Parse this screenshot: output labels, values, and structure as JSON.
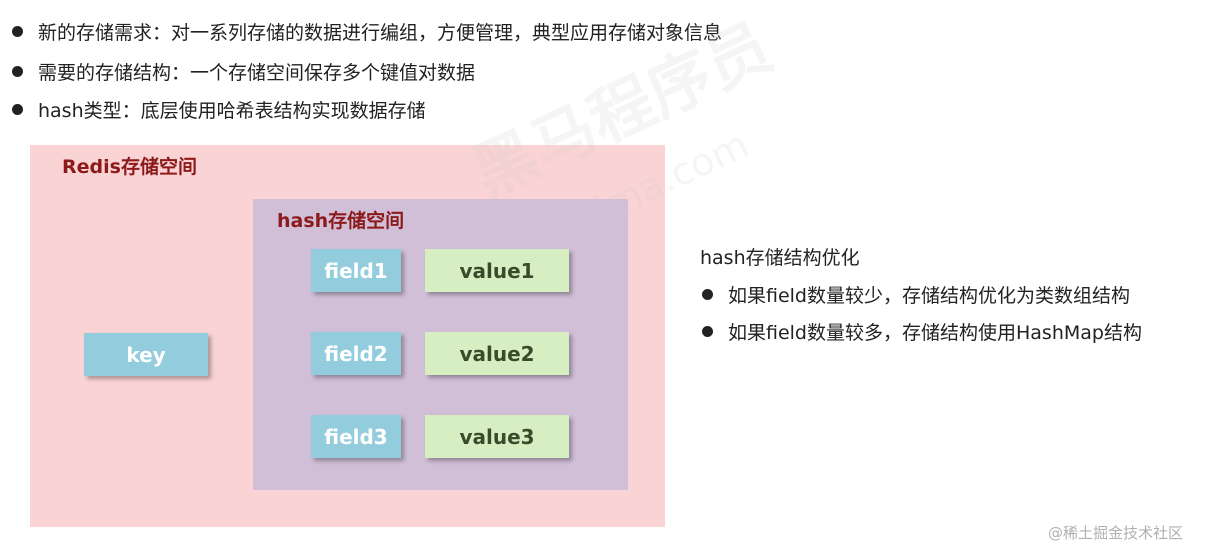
{
  "bullets": [
    "新的存储需求：对一系列存储的数据进行编组，方便管理，典型应用存储对象信息",
    "需要的存储结构：一个存储空间保存多个键值对数据",
    "hash类型：底层使用哈希表结构实现数据存储"
  ],
  "diagram": {
    "outer_title": "Redis存储空间",
    "inner_title": "hash存储空间",
    "key": "key",
    "pairs": [
      {
        "field": "field1",
        "value": "value1"
      },
      {
        "field": "field2",
        "value": "value2"
      },
      {
        "field": "field3",
        "value": "value3"
      }
    ]
  },
  "optimization": {
    "title": "hash存储结构优化",
    "items": [
      "如果field数量较少，存储结构优化为类数组结构",
      "如果field数量较多，存储结构使用HashMap结构"
    ]
  },
  "watermark": {
    "logo": "黑马程序员",
    "site": "itheima.com"
  },
  "footer": "@稀土掘金技术社区",
  "colors": {
    "outer": "#fad3d4",
    "inner": "#d1bfd8",
    "field": "#93cddd",
    "value": "#d7eec2",
    "title": "#8c1a1a"
  }
}
